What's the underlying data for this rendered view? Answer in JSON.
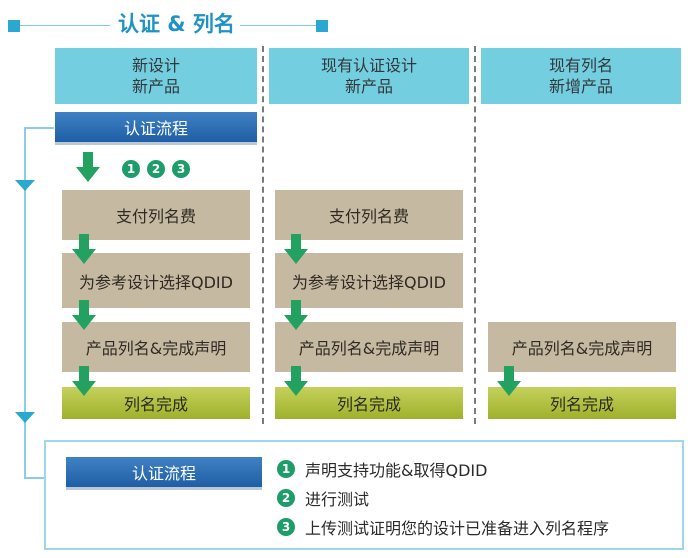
{
  "title": "认证 & 列名",
  "columns": [
    {
      "line1": "新设计",
      "line2": "新产品"
    },
    {
      "line1": "现有认证设计",
      "line2": "新产品"
    },
    {
      "line1": "现有列名",
      "line2": "新增产品"
    }
  ],
  "flow_label": "认证流程",
  "step_numbers": [
    "1",
    "2",
    "3"
  ],
  "steps": {
    "pay_fee": "支付列名费",
    "select_qdid": "为参考设计选择QDID",
    "list_declare": "产品列名&完成声明",
    "complete": "列名完成"
  },
  "legend": {
    "label": "认证流程",
    "items": [
      {
        "num": "1",
        "text": "声明支持功能&取得QDID"
      },
      {
        "num": "2",
        "text": "进行测试"
      },
      {
        "num": "3",
        "text": "上传测试证明您的设计已准备进入列名程序"
      }
    ]
  },
  "colors": {
    "header_bg": "#73cfdf",
    "flow_blue": "#1f5ea5",
    "step_tan": "#c6b9a1",
    "complete_green": "#9fb12c",
    "arrow_green": "#22a160",
    "number_green": "#1e9d6a"
  }
}
